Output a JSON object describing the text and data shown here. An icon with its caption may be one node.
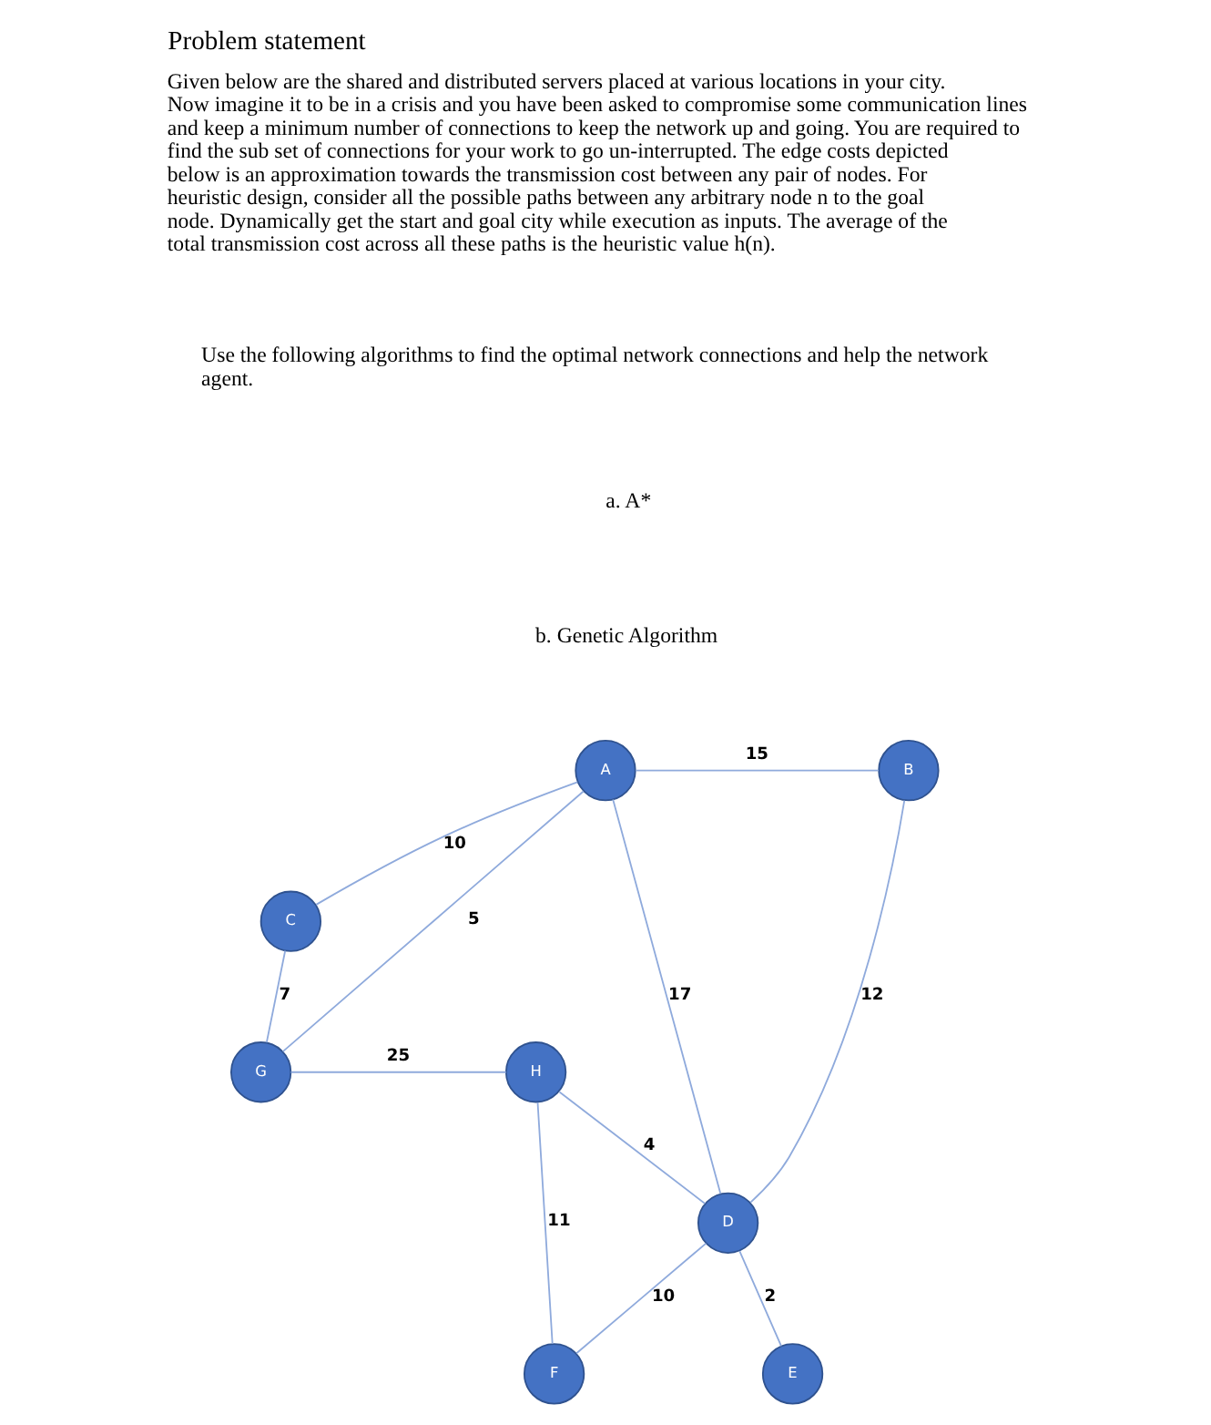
{
  "diagram": {
    "title": "Problem statement",
    "nodes": [
      {
        "text": [
          "A"
        ]
      },
      {
        "text": [
          "B"
        ]
      },
      {
        "text": [
          "E"
        ]
      },
      {
        "text": [
          "C"
        ]
      },
      {
        "text": [
          "D"
        ]
      },
      {
        "text": [
          "F"
        ]
      },
      {
        "text": [
          "G"
        ]
      },
      {
        "text": [
          "H"
        ]
      }
    ],
    "edges": [
      {
        "from": 0,
        "to": 1,
        "arrow": "none",
        "label": "15"
      },
      {
        "from": 0,
        "to": 3,
        "arrow": "none",
        "label": "10"
      },
      {
        "from": 1,
        "to": 4,
        "arrow": "none",
        "label": "12"
      },
      {
        "from": 0,
        "to": 4,
        "arrow": "none",
        "label": "17"
      },
      {
        "from": 4,
        "to": 2,
        "arrow": "none",
        "label": "2"
      },
      {
        "from": 0,
        "to": 6,
        "arrow": "none",
        "label": "5"
      },
      {
        "from": 4,
        "to": 5,
        "arrow": "none",
        "label": "10"
      },
      {
        "from": 3,
        "to": 6,
        "arrow": "none",
        "label": "7"
      },
      {
        "from": 7,
        "to": 4,
        "arrow": "none",
        "label": "4"
      },
      {
        "from": 7,
        "to": 5,
        "arrow": "none",
        "label": "11"
      },
      {
        "from": 6,
        "to": 7,
        "arrow": "none",
        "label": "25"
      }
    ],
    "labels": [
      "Given below are the shared and distributed servers placed at various locations in your city. Now imagine it to be in a crisis and you have been asked to compromise some communication lines and keep a minimum number of connections to keep the network up and going. You are required to find the sub set of connections for your work to go un-interrupted. The edge costs depicted below is an approximation towards the transmission cost between any pair of nodes. For heuristic design, consider all the possible paths between any arbitrary node n to the goal node. Dynamically get the start and goal city while execution as inputs. The average of the total transmission cost across all these paths is the heuristic value h(n).",
      "Use the following algorithms to find the optimal network connections and help the network agent.",
      "a. A*",
      "b. Genetic Algorithm"
    ]
  }
}
